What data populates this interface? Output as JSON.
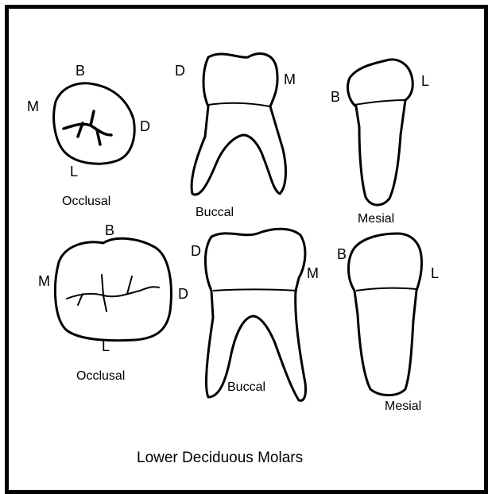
{
  "figure": {
    "caption": "Lower Deciduous Molars",
    "rows": [
      {
        "occlusal": {
          "top": "B",
          "left": "M",
          "right": "D",
          "bottom": "L",
          "view": "Occlusal"
        },
        "buccal": {
          "left": "D",
          "right": "M",
          "view": "Buccal"
        },
        "mesial": {
          "left": "B",
          "right": "L",
          "view": "Mesial"
        }
      },
      {
        "occlusal": {
          "top": "B",
          "left": "M",
          "right": "D",
          "bottom": "L",
          "view": "Occlusal"
        },
        "buccal": {
          "left": "D",
          "right": "M",
          "view": "Buccal"
        },
        "mesial": {
          "left": "B",
          "right": "L",
          "view": "Mesial"
        }
      }
    ]
  }
}
